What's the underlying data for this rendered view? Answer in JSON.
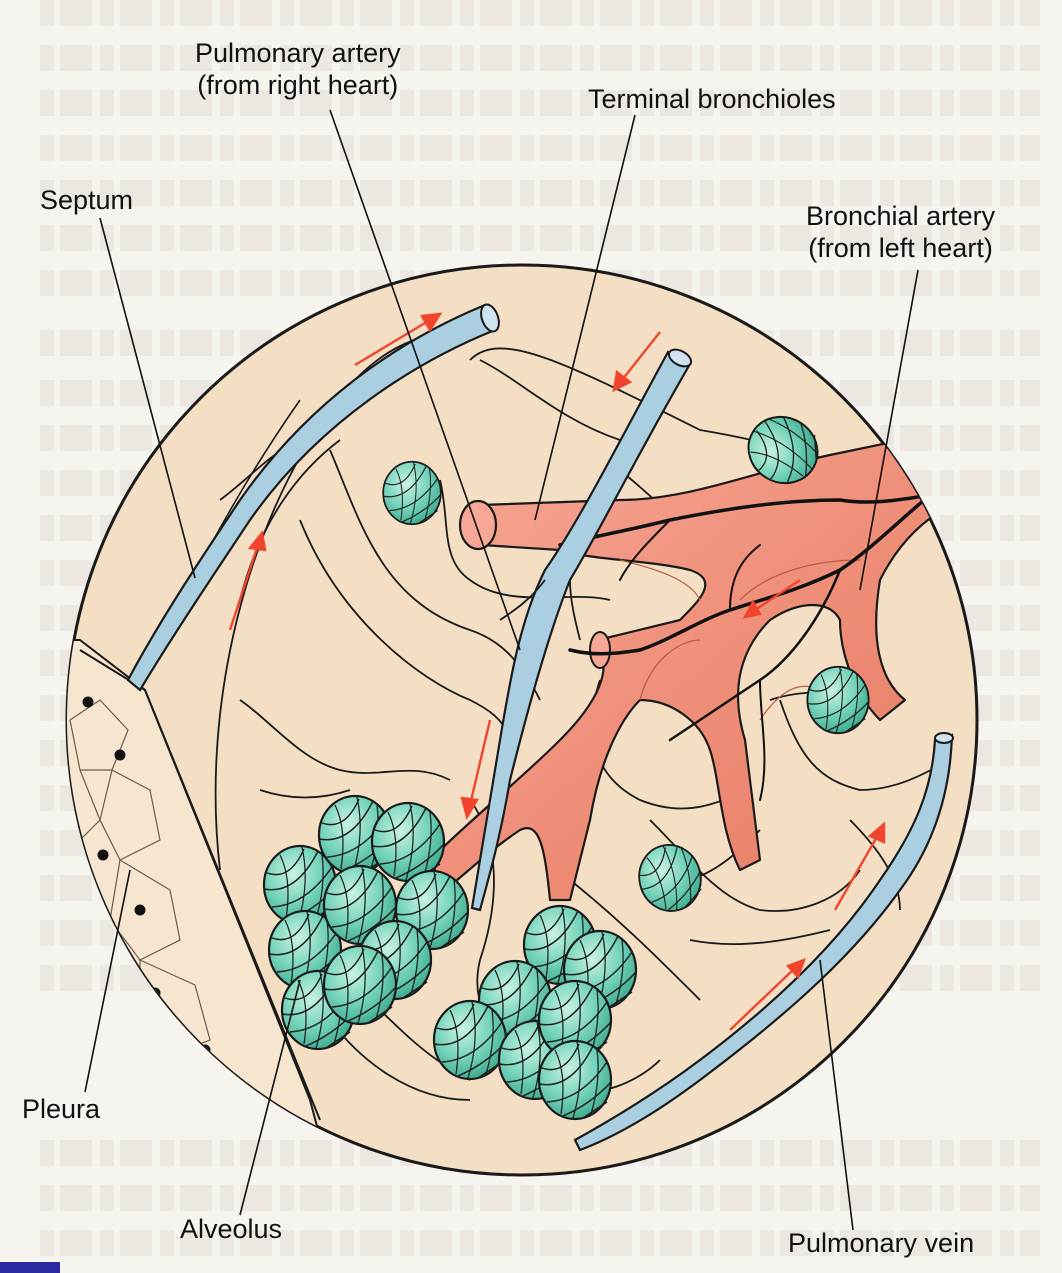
{
  "labels": {
    "pulmonary_artery": [
      "Pulmonary artery",
      "(from right heart)"
    ],
    "terminal_bronchioles": "Terminal bronchioles",
    "septum": "Septum",
    "bronchial_artery": [
      "Bronchial artery",
      "(from left heart)"
    ],
    "pleura": "Pleura",
    "alveolus": "Alveolus",
    "pulmonary_vein": "Pulmonary vein"
  },
  "colors": {
    "tissue": "#f4dfc4",
    "pulmonary_vessel": "#a9cfe0",
    "bronchial_artery": "#ef8f7a",
    "alveoli": "#6fd1b7",
    "flow_arrow": "#f0452c",
    "outline": "#1a1a1a"
  }
}
